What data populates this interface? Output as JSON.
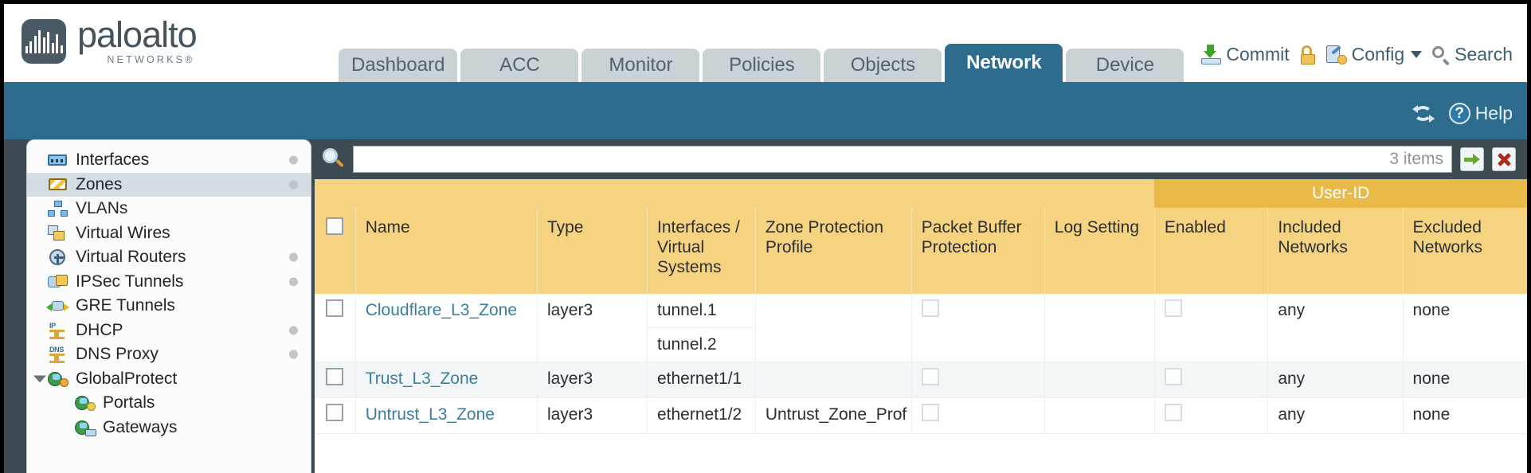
{
  "brand": {
    "name": "paloalto",
    "tagline": "NETWORKS",
    "registered": "®"
  },
  "tabs": [
    {
      "label": "Dashboard",
      "active": false
    },
    {
      "label": "ACC",
      "active": false
    },
    {
      "label": "Monitor",
      "active": false
    },
    {
      "label": "Policies",
      "active": false
    },
    {
      "label": "Objects",
      "active": false
    },
    {
      "label": "Network",
      "active": true
    },
    {
      "label": "Device",
      "active": false
    }
  ],
  "utils": {
    "commit": "Commit",
    "config": "Config",
    "search": "Search"
  },
  "subbar": {
    "help": "Help"
  },
  "sidebar": {
    "items": [
      {
        "label": "Interfaces",
        "icon": "interfaces-icon",
        "dot": true,
        "selected": false,
        "child": false
      },
      {
        "label": "Zones",
        "icon": "zones-icon",
        "dot": true,
        "selected": true,
        "child": false
      },
      {
        "label": "VLANs",
        "icon": "vlans-icon",
        "dot": false,
        "selected": false,
        "child": false
      },
      {
        "label": "Virtual Wires",
        "icon": "virtual-wires-icon",
        "dot": false,
        "selected": false,
        "child": false
      },
      {
        "label": "Virtual Routers",
        "icon": "virtual-routers-icon",
        "dot": true,
        "selected": false,
        "child": false
      },
      {
        "label": "IPSec Tunnels",
        "icon": "ipsec-tunnels-icon",
        "dot": true,
        "selected": false,
        "child": false
      },
      {
        "label": "GRE Tunnels",
        "icon": "gre-tunnels-icon",
        "dot": false,
        "selected": false,
        "child": false
      },
      {
        "label": "DHCP",
        "icon": "dhcp-icon",
        "dot": true,
        "selected": false,
        "child": false
      },
      {
        "label": "DNS Proxy",
        "icon": "dns-proxy-icon",
        "dot": true,
        "selected": false,
        "child": false
      },
      {
        "label": "GlobalProtect",
        "icon": "globalprotect-icon",
        "dot": false,
        "selected": false,
        "child": false,
        "expandable": true
      },
      {
        "label": "Portals",
        "icon": "portals-icon",
        "dot": false,
        "selected": false,
        "child": true
      },
      {
        "label": "Gateways",
        "icon": "gateways-icon",
        "dot": false,
        "selected": false,
        "child": true
      }
    ]
  },
  "filter": {
    "value": "",
    "placeholder": "",
    "count": "3 items"
  },
  "table": {
    "group_header": "User-ID",
    "columns": [
      "Name",
      "Type",
      "Interfaces / Virtual Systems",
      "Zone Protection Profile",
      "Packet Buffer Protection",
      "Log Setting",
      "Enabled",
      "Included Networks",
      "Excluded Networks"
    ],
    "rows": [
      {
        "name": "Cloudflare_L3_Zone",
        "type": "layer3",
        "interfaces": [
          "tunnel.1",
          "tunnel.2"
        ],
        "zone_protection_profile": "",
        "packet_buffer_protection": false,
        "log_setting": "",
        "user_id_enabled": false,
        "included_networks": "any",
        "excluded_networks": "none"
      },
      {
        "name": "Trust_L3_Zone",
        "type": "layer3",
        "interfaces": [
          "ethernet1/1"
        ],
        "zone_protection_profile": "",
        "packet_buffer_protection": false,
        "log_setting": "",
        "user_id_enabled": false,
        "included_networks": "any",
        "excluded_networks": "none"
      },
      {
        "name": "Untrust_L3_Zone",
        "type": "layer3",
        "interfaces": [
          "ethernet1/2"
        ],
        "zone_protection_profile": "Untrust_Zone_Prof",
        "packet_buffer_protection": false,
        "log_setting": "",
        "user_id_enabled": false,
        "included_networks": "any",
        "excluded_networks": "none"
      }
    ]
  },
  "colors": {
    "header_blue": "#2e6c8e",
    "canvas": "#3e4a51",
    "table_header": "#f5d380",
    "group_header": "#eaba48",
    "link": "#3a7e9e"
  }
}
